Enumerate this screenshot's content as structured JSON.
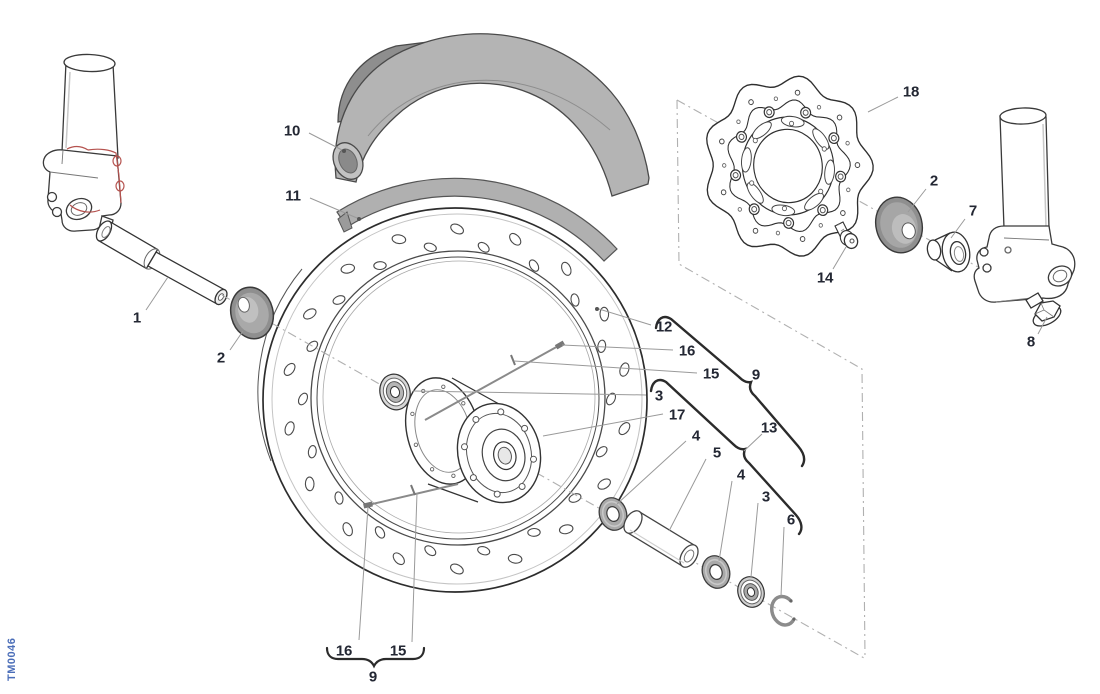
{
  "figure": {
    "code": "TM0046",
    "code_color": "#4a6db8",
    "line_color": "#3a3a3a",
    "accent_red": "#b5524e",
    "part_gray": "#b2b2b2"
  },
  "labels": [
    "1",
    "2",
    "10",
    "11",
    "12",
    "16",
    "15",
    "9",
    "3",
    "17",
    "4",
    "5",
    "13",
    "4",
    "3",
    "6",
    "16",
    "15",
    "9",
    "18",
    "2",
    "7",
    "14",
    "8"
  ]
}
